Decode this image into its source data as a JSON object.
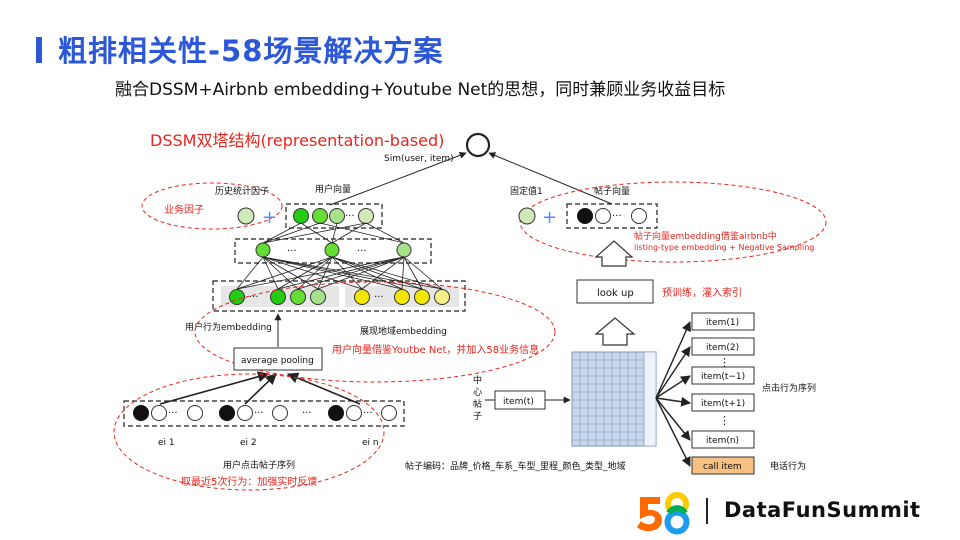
{
  "slide": {
    "title": "粗排相关性-58场景解决方案",
    "subtitle": "融合DSSM+Airbnb embedding+Youtube Net的思想，同时兼顾业务收益目标"
  },
  "diagram": {
    "dssm_title": "DSSM双塔结构(representation-based)",
    "sim_label": "Sim(user, item)",
    "history_stats_label": "历史统计因子",
    "user_vector_label": "用户向量",
    "fixed_value_label": "固定值1",
    "post_vector_label": "帖子向量",
    "business_factor_note": "业务因子",
    "post_vector_note_1": "帖子向量embedding借鉴airbnb中",
    "post_vector_note_2": "listing-type embedding + Negative Sampling",
    "lookup_label": "look up",
    "pretrain_note": "预训练，灌入索引",
    "user_behavior_emb_label": "用户行为embedding",
    "display_region_emb_label": "展现地域embedding",
    "avg_pooling_label": "average pooling",
    "user_vector_note": "用户向量借鉴Youtbe Net，并加入58业务信息",
    "center_post_label": "中心帖子",
    "item_t_label": "item(t)",
    "seq_items": [
      "item(1)",
      "item(2)",
      "item(t−1)",
      "item(t+1)",
      "item(n)",
      "call item"
    ],
    "ellipsis_dots": "⋮",
    "click_seq_label": "点击行为序列",
    "phone_behavior_label": "电话行为",
    "ei_labels": [
      "ei 1",
      "ei 2",
      "ei n"
    ],
    "user_click_seq_label": "用户点击帖子序列",
    "recent5_note": "取最近5次行为：加强实时反馈",
    "post_encoding_label": "帖子编码：品牌_价格_车系_车型_里程_颜色_类型_地域",
    "plus_sign": "+",
    "dots": "···"
  },
  "footer": {
    "logo_text": "DataFunSummit"
  },
  "colors": {
    "accent": "#2b57d8",
    "red_note": "#e8251d",
    "green_bright": "#22cc11",
    "green_mid": "#66dd33",
    "green_light": "#a6e28a",
    "green_pale": "#cfe9b8",
    "yellow": "#f2e600",
    "orange_call": "#f7c183",
    "grid_blue": "#c9d7ec"
  }
}
